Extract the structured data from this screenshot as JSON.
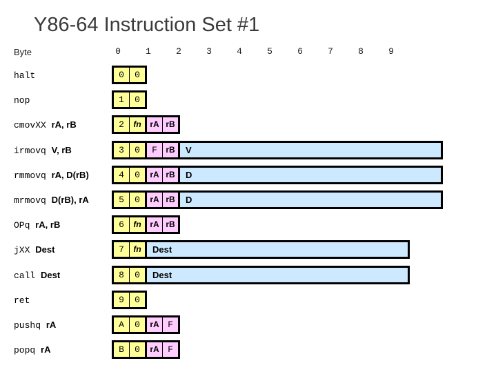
{
  "title": "Y86-64 Instruction Set #1",
  "colors": {
    "yellow": "#FFFF99",
    "pink": "#FFCCFF",
    "blue": "#CCE9FF",
    "box_border": "#000000",
    "title_text": "#3A3A3A"
  },
  "byte_header": {
    "label": "Byte",
    "numbers": [
      "0",
      "1",
      "2",
      "3",
      "4",
      "5",
      "6",
      "7",
      "8",
      "9"
    ]
  },
  "rows": [
    {
      "mnemonic": "halt",
      "operands": "",
      "groups": [
        [
          {
            "t": "0",
            "c": "yellow",
            "s": "m"
          },
          {
            "t": "0",
            "c": "yellow",
            "s": "m"
          }
        ]
      ]
    },
    {
      "mnemonic": "nop",
      "operands": "",
      "groups": [
        [
          {
            "t": "1",
            "c": "yellow",
            "s": "m"
          },
          {
            "t": "0",
            "c": "yellow",
            "s": "m"
          }
        ]
      ]
    },
    {
      "mnemonic": "cmovXX",
      "operands": "rA, rB",
      "groups": [
        [
          {
            "t": "2",
            "c": "yellow",
            "s": "m"
          },
          {
            "t": "fn",
            "c": "yellow",
            "s": "i"
          }
        ],
        [
          {
            "t": "rA",
            "c": "pink",
            "s": "b"
          },
          {
            "t": "rB",
            "c": "pink",
            "s": "b"
          }
        ]
      ]
    },
    {
      "mnemonic": "irmovq",
      "operands": "V, rB",
      "groups": [
        [
          {
            "t": "3",
            "c": "yellow",
            "s": "m"
          },
          {
            "t": "0",
            "c": "yellow",
            "s": "m"
          }
        ],
        [
          {
            "t": "F",
            "c": "pink",
            "s": "m"
          },
          {
            "t": "rB",
            "c": "pink",
            "s": "b"
          }
        ],
        [
          {
            "t": "V",
            "c": "blue",
            "s": "f"
          }
        ]
      ]
    },
    {
      "mnemonic": "rmmovq",
      "operands": "rA, D(rB)",
      "groups": [
        [
          {
            "t": "4",
            "c": "yellow",
            "s": "m"
          },
          {
            "t": "0",
            "c": "yellow",
            "s": "m"
          }
        ],
        [
          {
            "t": "rA",
            "c": "pink",
            "s": "b"
          },
          {
            "t": "rB",
            "c": "pink",
            "s": "b"
          }
        ],
        [
          {
            "t": "D",
            "c": "blue",
            "s": "f"
          }
        ]
      ]
    },
    {
      "mnemonic": "mrmovq",
      "operands": "D(rB), rA",
      "groups": [
        [
          {
            "t": "5",
            "c": "yellow",
            "s": "m"
          },
          {
            "t": "0",
            "c": "yellow",
            "s": "m"
          }
        ],
        [
          {
            "t": "rA",
            "c": "pink",
            "s": "b"
          },
          {
            "t": "rB",
            "c": "pink",
            "s": "b"
          }
        ],
        [
          {
            "t": "D",
            "c": "blue",
            "s": "f"
          }
        ]
      ]
    },
    {
      "mnemonic": "OPq",
      "operands": "rA, rB",
      "groups": [
        [
          {
            "t": "6",
            "c": "yellow",
            "s": "m"
          },
          {
            "t": "fn",
            "c": "yellow",
            "s": "i"
          }
        ],
        [
          {
            "t": "rA",
            "c": "pink",
            "s": "b"
          },
          {
            "t": "rB",
            "c": "pink",
            "s": "b"
          }
        ]
      ]
    },
    {
      "mnemonic": "jXX",
      "operands": "Dest",
      "groups": [
        [
          {
            "t": "7",
            "c": "yellow",
            "s": "m"
          },
          {
            "t": "fn",
            "c": "yellow",
            "s": "i"
          }
        ],
        [
          {
            "t": "Dest",
            "c": "blue",
            "s": "f"
          }
        ]
      ]
    },
    {
      "mnemonic": "call",
      "operands": "Dest",
      "groups": [
        [
          {
            "t": "8",
            "c": "yellow",
            "s": "m"
          },
          {
            "t": "0",
            "c": "yellow",
            "s": "m"
          }
        ],
        [
          {
            "t": "Dest",
            "c": "blue",
            "s": "f"
          }
        ]
      ]
    },
    {
      "mnemonic": "ret",
      "operands": "",
      "groups": [
        [
          {
            "t": "9",
            "c": "yellow",
            "s": "m"
          },
          {
            "t": "0",
            "c": "yellow",
            "s": "m"
          }
        ]
      ]
    },
    {
      "mnemonic": "pushq",
      "operands": "rA",
      "groups": [
        [
          {
            "t": "A",
            "c": "yellow",
            "s": "m"
          },
          {
            "t": "0",
            "c": "yellow",
            "s": "m"
          }
        ],
        [
          {
            "t": "rA",
            "c": "pink",
            "s": "b"
          },
          {
            "t": "F",
            "c": "pink",
            "s": "m"
          }
        ]
      ]
    },
    {
      "mnemonic": "popq",
      "operands": "rA",
      "groups": [
        [
          {
            "t": "B",
            "c": "yellow",
            "s": "m"
          },
          {
            "t": "0",
            "c": "yellow",
            "s": "m"
          }
        ],
        [
          {
            "t": "rA",
            "c": "pink",
            "s": "b"
          },
          {
            "t": "F",
            "c": "pink",
            "s": "m"
          }
        ]
      ]
    }
  ]
}
